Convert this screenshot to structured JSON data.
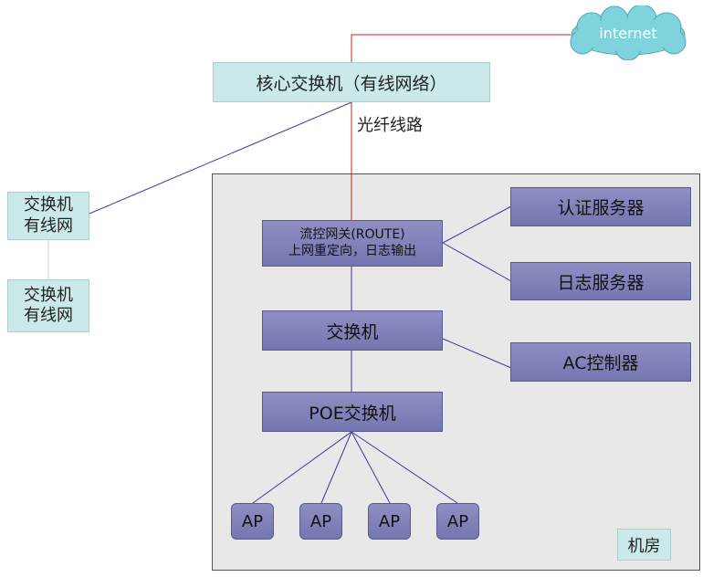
{
  "internet": {
    "label": "internet"
  },
  "core_switch": {
    "label": "核心交换机（有线网络）"
  },
  "fiber_label": "光纤线路",
  "left_switches": [
    {
      "line1": "交换机",
      "line2": "有线网"
    },
    {
      "line1": "交换机",
      "line2": "有线网"
    }
  ],
  "room": {
    "label": "机房"
  },
  "router": {
    "line1": "流控网关(ROUTE)",
    "line2": "上网重定向，日志输出"
  },
  "switch": {
    "label": "交换机"
  },
  "poe_switch": {
    "label": "POE交换机"
  },
  "servers": {
    "auth": "认证服务器",
    "log": "日志服务器",
    "ac": "AC控制器"
  },
  "aps": [
    "AP",
    "AP",
    "AP",
    "AP"
  ],
  "colors": {
    "fiber": "#cc2222",
    "link": "#3a3a9a",
    "teal": "#cbe9e8",
    "purple": "#7f7fba",
    "cloud": "#7fd3dc"
  }
}
